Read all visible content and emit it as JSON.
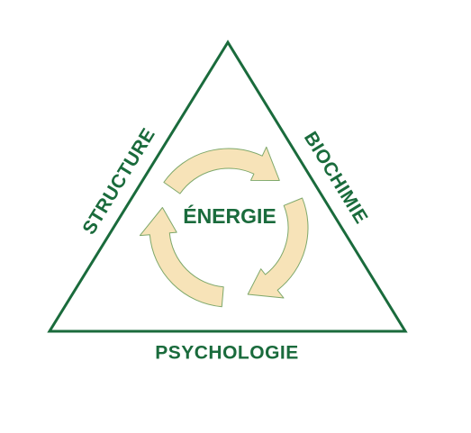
{
  "diagram": {
    "sides": {
      "left": "STRUCTURE",
      "right": "BIOCHIMIE",
      "bottom": "PSYCHOLOGIE"
    },
    "center": "ÉNERGIE"
  },
  "colors": {
    "triangle_stroke": "#1a6b3c",
    "text": "#1a6b3c",
    "arrow_fill": "#f7e3b8",
    "arrow_stroke": "#7ea86a"
  }
}
